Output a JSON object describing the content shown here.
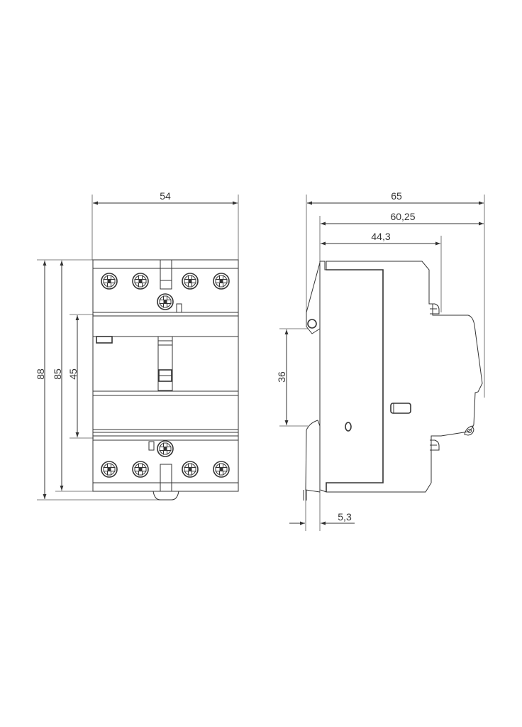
{
  "drawing": {
    "type": "technical dimension drawing",
    "subject": "4-pole modular contactor",
    "units": "mm",
    "line_color": "#333333",
    "background": "#ffffff"
  },
  "front_view": {
    "dimensions": {
      "width": "54",
      "height_total": "88",
      "height_body": "85",
      "height_face": "45"
    },
    "top_terminals": 4,
    "bottom_terminals": 4,
    "coil_terminals": 2
  },
  "side_view": {
    "dimensions": {
      "depth_total": "65",
      "depth_from_rail": "60,25",
      "depth_shoulder": "44,3",
      "rail_height": "36",
      "clip_offset": "5,3"
    }
  }
}
